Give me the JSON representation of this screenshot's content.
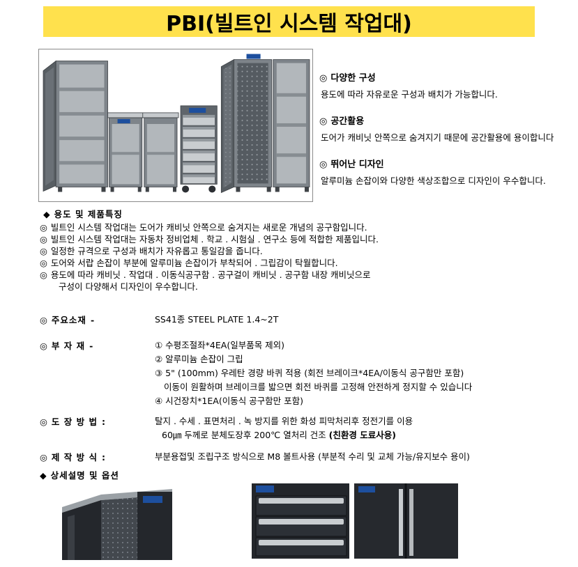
{
  "glyphs": {
    "circle": "◎",
    "diamond": "◆"
  },
  "title": "PBI(빌트인 시스템 작업대)",
  "features": [
    {
      "heading": "다양한 구성",
      "body": "용도에 따라 자유로운 구성과 배치가 가능합니다."
    },
    {
      "heading": "공간활용",
      "body": "도어가 캐비닛 안쪽으로 숨겨지기 때문에 공간활용에 용이합니다"
    },
    {
      "heading": "뛰어난 디자인",
      "body": "알루미늄 손잡이와 다양한 색상조합으로 디자인이 우수합니다."
    }
  ],
  "usage": {
    "heading": "용도 및 제품특징",
    "items": [
      "빌트인 시스템 작업대는 도어가 캐비닛 안쪽으로 숨겨지는 새로운 개념의 공구함입니다.",
      "빌트인 시스템 작업대는 자동차 정비업체 . 학교 . 시험실 . 연구소 등에 적합한 제품입니다.",
      "일정한 규격으로 구성과 배치가 자유롭고 통일감을 줍니다.",
      "도어와 서랍 손잡이 부분에 알루미늄 손잡이가 부착되어 . 그립감이 탁월합니다.",
      "용도에 따라 캐비닛 . 작업대 . 이동식공구함 . 공구걸이 캐비닛 . 공구함 내장 캐비닛으로",
      "구성이 다양해서 디자인이 우수합니다."
    ]
  },
  "specs": {
    "material": {
      "label": "주요소재",
      "sep": "-",
      "value": "SS41종 STEEL PLATE 1.4~2T"
    },
    "accessories": {
      "label": "부 자 재",
      "sep": "-",
      "lines": [
        "① 수평조절좌*4EA(일부품목 제외)",
        "② 알루미늄 손잡이 그립",
        "③ 5\" (100mm) 우레탄 경량 바퀴 적용 (회전 브레이크*4EA/이동식 공구함만 포함)",
        "이동이 원활하며 브레이크를 밟으면 회전 바퀴를 고정해 안전하게  정지할 수 있습니다",
        "④ 시건장치*1EA(이동식 공구함만 포함)"
      ]
    },
    "painting": {
      "label": "도 장 방 법",
      "sep": ":",
      "line1": "탈지 . 수세 . 표면처리 . 녹 방지를 위한 화성 피막처리후 정전기를 이용",
      "line2": "60㎛ 두께로 분체도장후 200℃ 열처리 건조 ",
      "line2_bold": "(친환경 도료사용)"
    },
    "making": {
      "label": "제 작 방 식",
      "sep": ":",
      "value": "부분용접및 조립구조 방식으로 M8 볼트사용 (부분적 수리 및 교체 가능/유지보수 용이)"
    }
  },
  "detail": {
    "heading": "상세설명 및 옵션"
  },
  "colors": {
    "banner_yellow": "#ffe14d",
    "logo_blue": "#1d4f9e",
    "cabinet_gray": "#7e848a",
    "cabinet_dark": "#24272c"
  }
}
